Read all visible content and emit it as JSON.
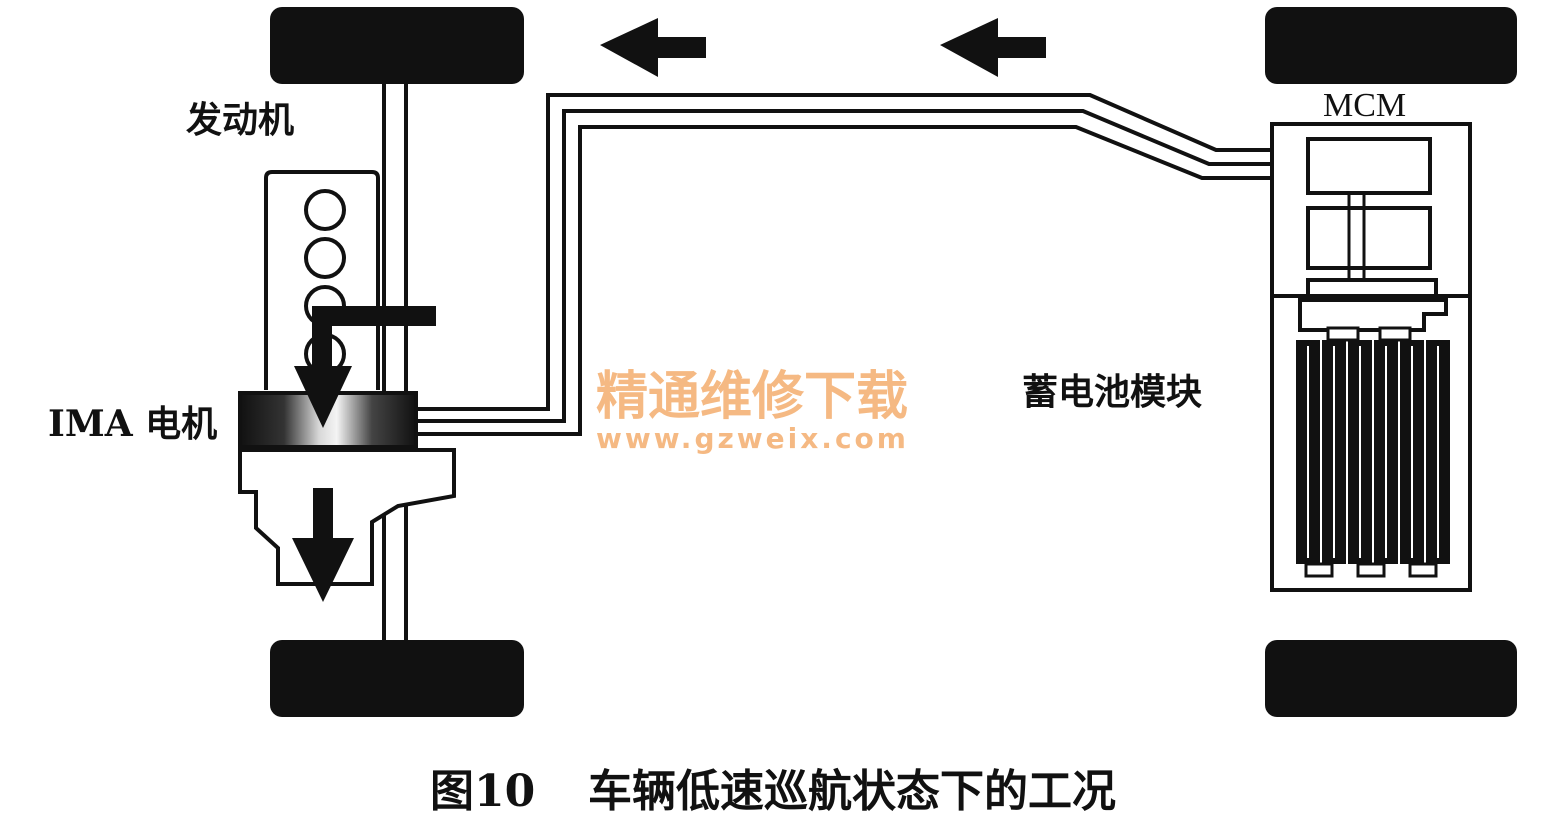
{
  "labels": {
    "engine": "发动机",
    "ima_motor": "IMA 电机",
    "mcm": "MCM",
    "battery_module": "蓄电池模块"
  },
  "caption": {
    "figure_number": "图10",
    "text": "车辆低速巡航状态下的工况"
  },
  "watermark": {
    "title": "精通维修下载",
    "url": "www.gzweix.com",
    "color": "#f2a25a"
  },
  "colors": {
    "ink": "#111111",
    "paper": "#ffffff"
  }
}
